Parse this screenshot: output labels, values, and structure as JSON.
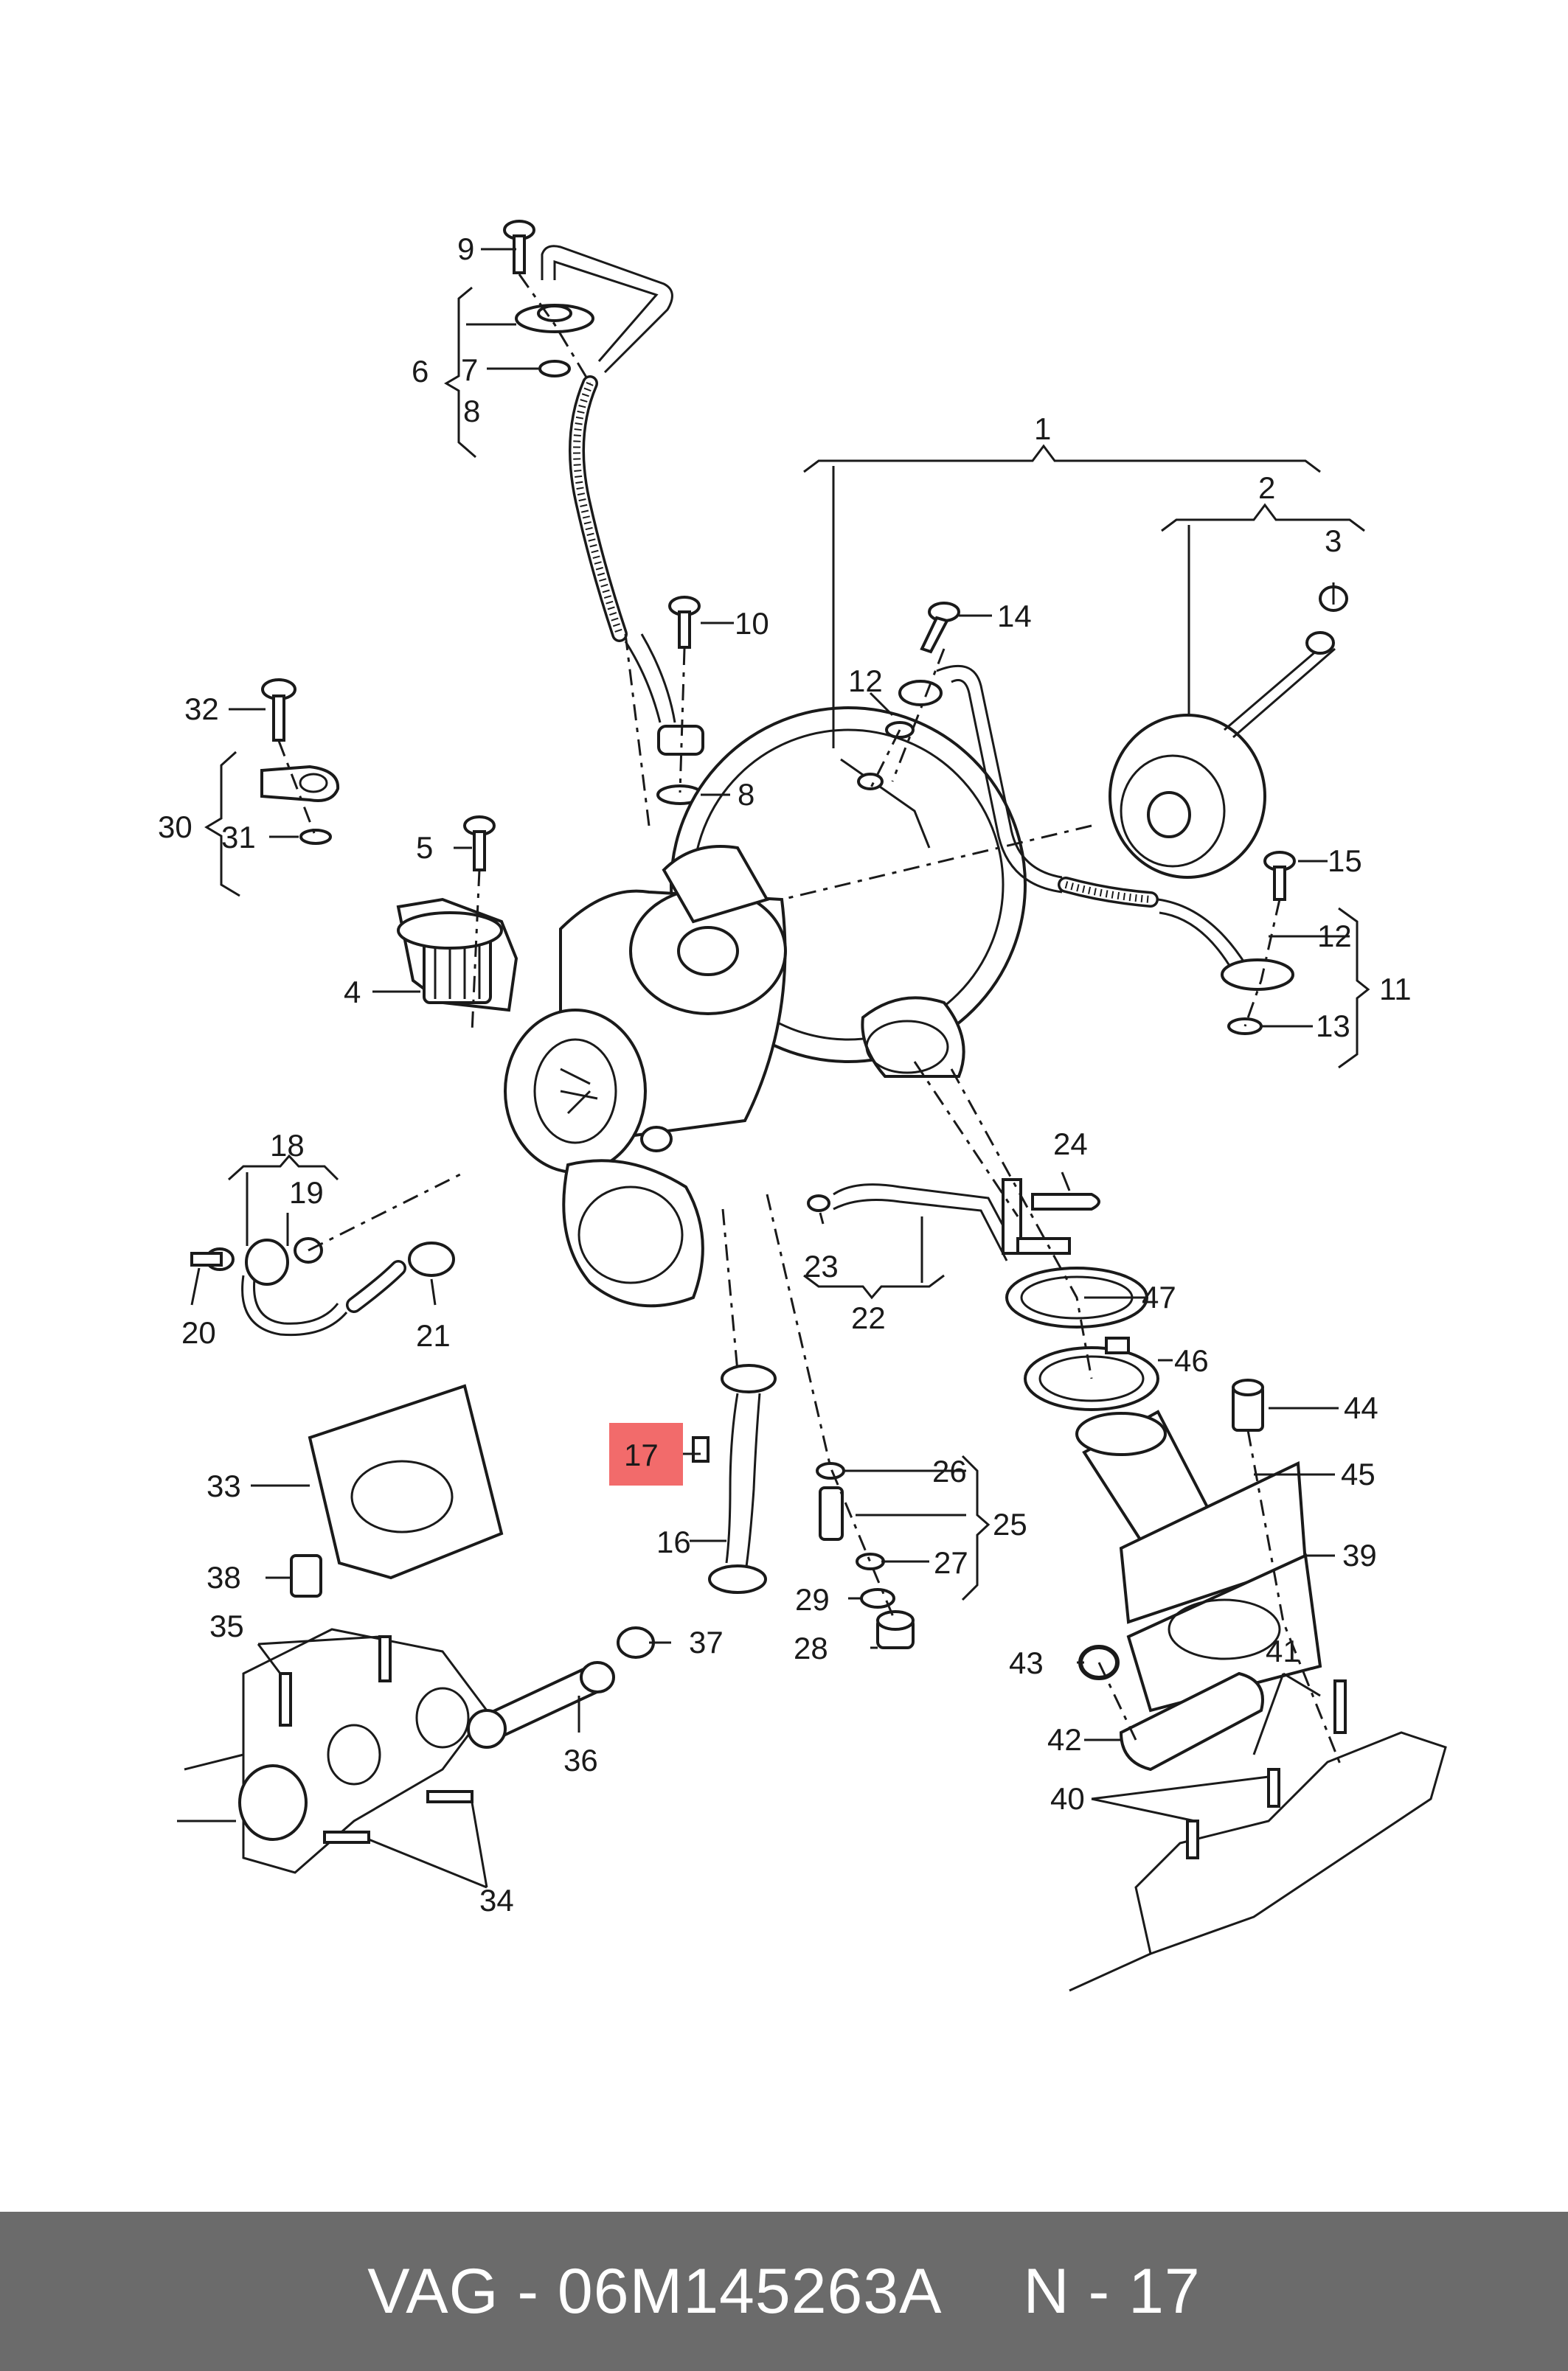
{
  "highlight_color": "#f26b6b",
  "callouts": {
    "c1": "1",
    "c2": "2",
    "c3": "3",
    "c4": "4",
    "c5": "5",
    "c6": "6",
    "c7": "7",
    "c8a": "8",
    "c8b": "8",
    "c9": "9",
    "c10": "10",
    "c11": "11",
    "c12a": "12",
    "c12b": "12",
    "c13": "13",
    "c14": "14",
    "c15": "15",
    "c16": "16",
    "c17": "17",
    "c18": "18",
    "c19": "19",
    "c20": "20",
    "c21": "21",
    "c22": "22",
    "c23": "23",
    "c24": "24",
    "c25": "25",
    "c26": "26",
    "c27": "27",
    "c28": "28",
    "c29": "29",
    "c30": "30",
    "c31": "31",
    "c32": "32",
    "c33": "33",
    "c34": "34",
    "c35": "35",
    "c36": "36",
    "c37": "37",
    "c38": "38",
    "c39": "39",
    "c40": "40",
    "c41": "41",
    "c42": "42",
    "c43": "43",
    "c44": "44",
    "c45": "45",
    "c46": "46",
    "c47": "47"
  },
  "footer": {
    "part_number": "VAG - 06M145263A",
    "position": "N - 17"
  }
}
